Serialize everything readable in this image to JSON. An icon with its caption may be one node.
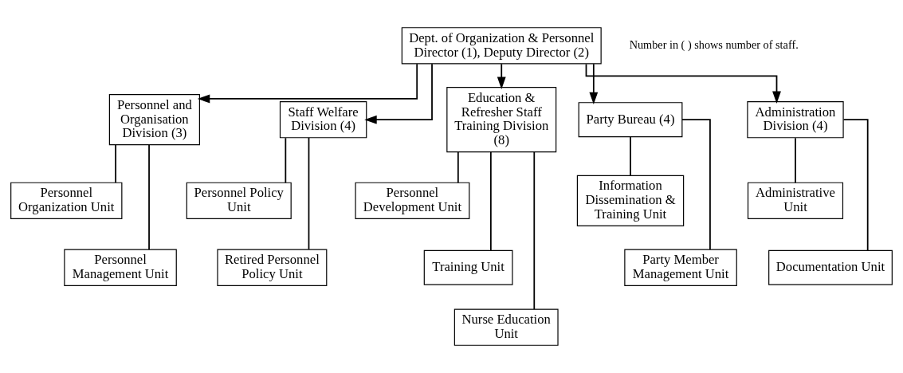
{
  "diagram": {
    "nodes": [
      {
        "text": [
          "Dept. of Organization & Personnel",
          "Director (1), Deputy Director (2)"
        ]
      },
      {
        "text": [
          "Personnel and Organisation Division (3)"
        ]
      },
      {
        "text": [
          "Personnel Organization Unit"
        ]
      },
      {
        "text": [
          "Personnel Management Unit"
        ]
      },
      {
        "text": [
          "Staff Welfare Division (4)"
        ]
      },
      {
        "text": [
          "Personnel Policy Unit"
        ]
      },
      {
        "text": [
          "Retired Personnel Policy Unit"
        ]
      },
      {
        "text": [
          "Education & Refresher Staff Training Division (8)"
        ]
      },
      {
        "text": [
          "Personnel Development Unit"
        ]
      },
      {
        "text": [
          "Training Unit"
        ]
      },
      {
        "text": [
          "Nurse Education Unit"
        ]
      },
      {
        "text": [
          "Party Bureau (4)"
        ]
      },
      {
        "text": [
          "Information Dissemination & Training Unit"
        ]
      },
      {
        "text": [
          "Party Member Management Unit"
        ]
      },
      {
        "text": [
          "Administration Division (4)"
        ]
      },
      {
        "text": [
          "Administrative Unit"
        ]
      },
      {
        "text": [
          "Documentation Unit"
        ]
      }
    ],
    "edges": [
      {
        "from": 0,
        "to": 1,
        "arrow": "to"
      },
      {
        "from": 0,
        "to": 4,
        "arrow": "to"
      },
      {
        "from": 0,
        "to": 7,
        "arrow": "to"
      },
      {
        "from": 0,
        "to": 11,
        "arrow": "to"
      },
      {
        "from": 0,
        "to": 14,
        "arrow": "to"
      },
      {
        "from": 1,
        "to": 2,
        "arrow": "none"
      },
      {
        "from": 1,
        "to": 3,
        "arrow": "none"
      },
      {
        "from": 4,
        "to": 5,
        "arrow": "none"
      },
      {
        "from": 4,
        "to": 6,
        "arrow": "none"
      },
      {
        "from": 7,
        "to": 8,
        "arrow": "none"
      },
      {
        "from": 7,
        "to": 9,
        "arrow": "none"
      },
      {
        "from": 7,
        "to": 10,
        "arrow": "none"
      },
      {
        "from": 11,
        "to": 12,
        "arrow": "none"
      },
      {
        "from": 11,
        "to": 13,
        "arrow": "none"
      },
      {
        "from": 14,
        "to": 15,
        "arrow": "none"
      },
      {
        "from": 14,
        "to": 16,
        "arrow": "none"
      }
    ],
    "labels": [
      "Number in ( ) shows number of staff."
    ]
  }
}
